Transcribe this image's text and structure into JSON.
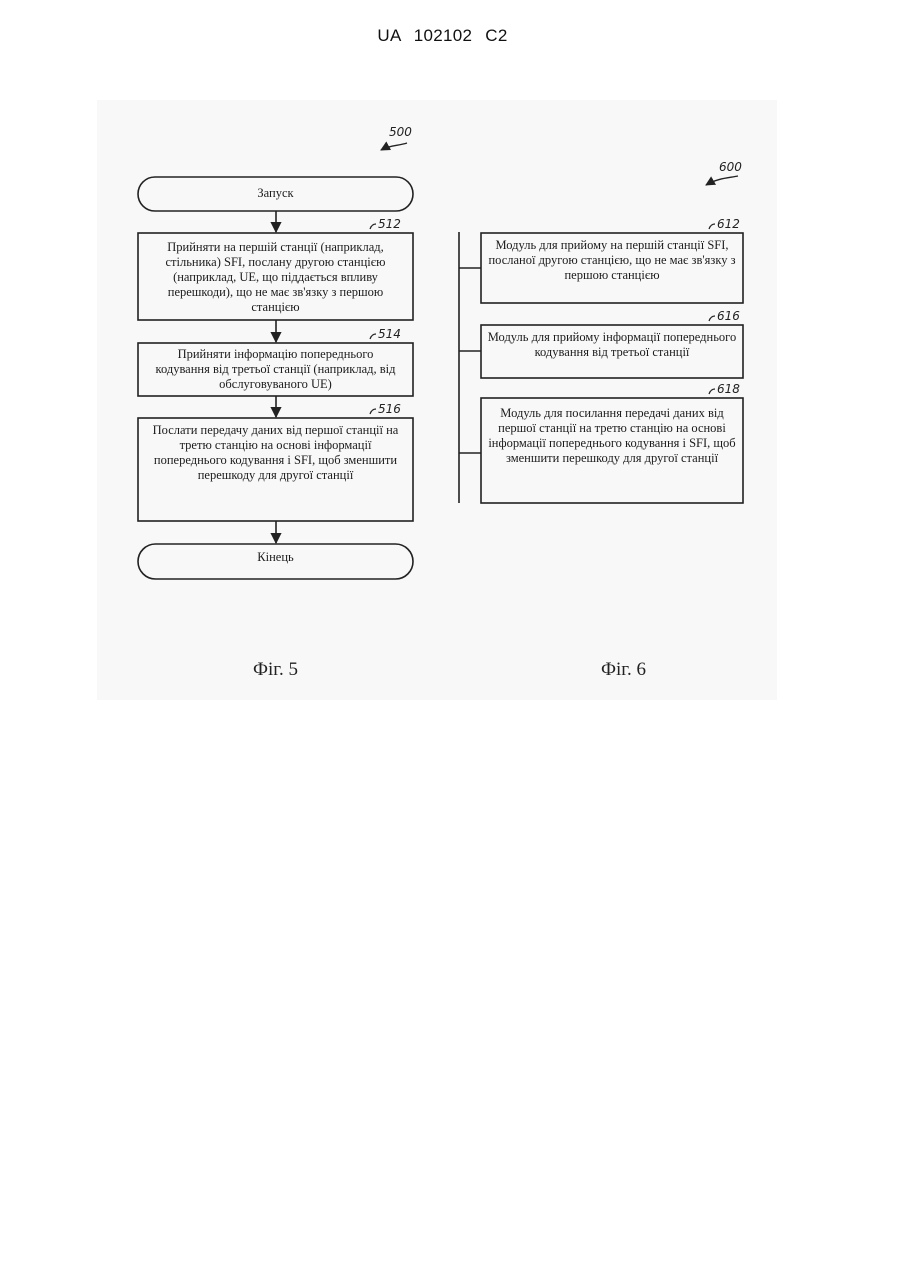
{
  "header": {
    "patent_number": "UA   102102   C2"
  },
  "fig5": {
    "ref": "500",
    "start_label": "Запуск",
    "end_label": "Кінець",
    "steps": [
      {
        "ref": "512",
        "text": "Прийняти на першій станції (наприклад, стільника) SFI, послану другою станцією (наприклад, UE, що піддається впливу перешкоди), що не має зв'язку з першою станцією"
      },
      {
        "ref": "514",
        "text": "Прийняти інформацію попереднього кодування від третьої станції (наприклад, від обслуговуваного UE)"
      },
      {
        "ref": "516",
        "text": "Послати передачу даних від першої станції на третю станцію на основі інформації попереднього кодування і SFI, щоб зменшити перешкоду для другої станції"
      }
    ],
    "caption": "Фіг. 5"
  },
  "fig6": {
    "ref": "600",
    "modules": [
      {
        "ref": "612",
        "text": "Модуль для прийому на першій станції SFI, посланої другою станцією, що не має зв'язку з першою станцією"
      },
      {
        "ref": "616",
        "text": "Модуль для прийому інформації попереднього кодування від третьої станції"
      },
      {
        "ref": "618",
        "text": "Модуль для посилання передачі даних від першої станції на третю станцію на основі інформації попереднього кодування і SFI, щоб зменшити перешкоду для другої станції"
      }
    ],
    "caption": "Фіг. 6"
  }
}
